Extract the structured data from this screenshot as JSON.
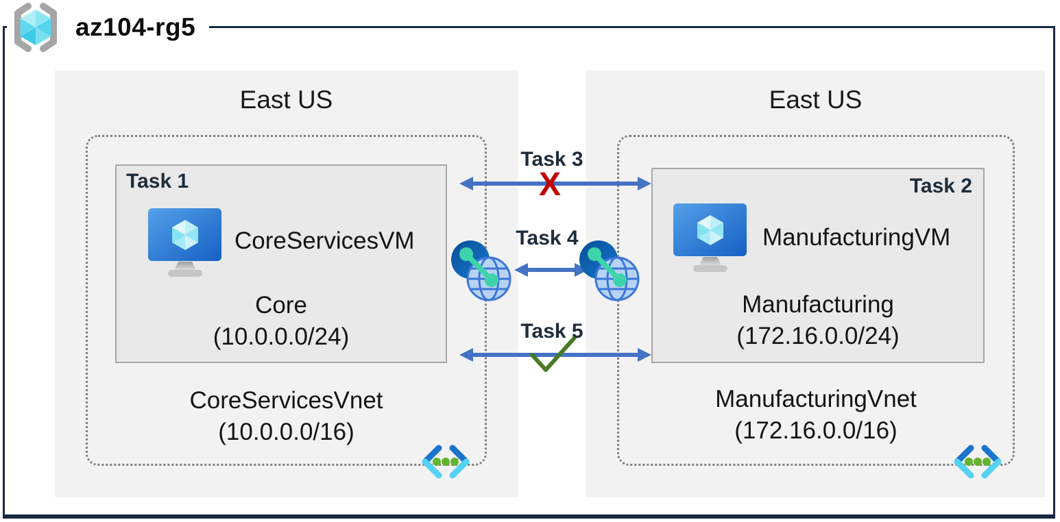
{
  "resource_group": {
    "name": "az104-rg5"
  },
  "regions": [
    {
      "name": "East US",
      "vnet": {
        "name": "CoreServicesVnet",
        "cidr": "(10.0.0.0/16)",
        "subnet": {
          "task": "Task 1",
          "vm": "CoreServicesVM",
          "name": "Core",
          "cidr": "(10.0.0.0/24)"
        }
      }
    },
    {
      "name": "East US",
      "vnet": {
        "name": "ManufacturingVnet",
        "cidr": "(172.16.0.0/16)",
        "subnet": {
          "task": "Task 2",
          "vm": "ManufacturingVM",
          "name": "Manufacturing",
          "cidr": "(172.16.0.0/24)"
        }
      }
    }
  ],
  "connections": [
    {
      "label": "Task 3",
      "marker": "blocked",
      "glyph": "X"
    },
    {
      "label": "Task 4",
      "marker": "vnet-peering"
    },
    {
      "label": "Task 5",
      "marker": "allowed",
      "glyph": "✓"
    }
  ],
  "colors": {
    "boundary_border": "#182a42",
    "arrow_blue": "#4472c4",
    "blocked_red": "#c00000",
    "allowed_green": "#4a7a28",
    "region_fill": "#f2f2f2",
    "subnet_fill": "#e9e9e9",
    "peering_teal": "#3ed3ab",
    "vnet_icon_green": "#63b32e"
  }
}
